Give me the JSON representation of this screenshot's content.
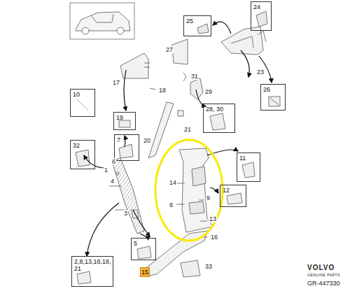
{
  "diagram": {
    "nodes": [
      {
        "text": [
          "24"
        ]
      },
      {
        "text": [
          "25"
        ]
      },
      {
        "text": [
          "26"
        ]
      },
      {
        "text": [
          "10"
        ]
      },
      {
        "text": [
          "19"
        ]
      },
      {
        "text": [
          "28, 30"
        ]
      },
      {
        "text": [
          "7"
        ]
      },
      {
        "text": [
          "32"
        ]
      },
      {
        "text": [
          "11"
        ]
      },
      {
        "text": [
          "12"
        ]
      },
      {
        "text": [
          "5"
        ]
      },
      {
        "text": [
          "2,8,13,16,18, 21"
        ]
      },
      {
        "text": [
          "15"
        ]
      }
    ],
    "labels": [
      "27",
      "31",
      "23",
      "17",
      "18",
      "29",
      "21",
      "20",
      "6",
      "1",
      "4",
      "3",
      "14",
      "9",
      "8",
      "13",
      "16",
      "33",
      "VOLVO",
      "GENUINE PARTS",
      "GR-447330"
    ]
  }
}
